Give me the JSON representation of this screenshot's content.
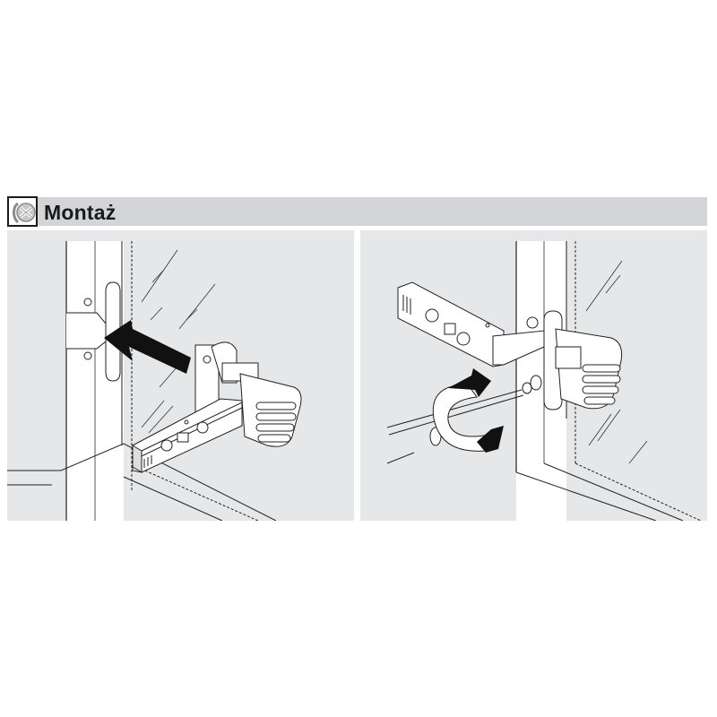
{
  "section": {
    "title": "Montaż",
    "icon": "screw-assembly-icon",
    "header_color": "#d3d4d5",
    "panel_color": "#e6e7e8"
  },
  "steps": [
    {
      "name": "step-1-clip-on-hinge",
      "illustration": "hinge-arm-pushed-onto-mounting-plate-with-arrow"
    },
    {
      "name": "step-2-tighten-screw",
      "illustration": "screwdriver-rotating-adjustment-screw"
    }
  ]
}
